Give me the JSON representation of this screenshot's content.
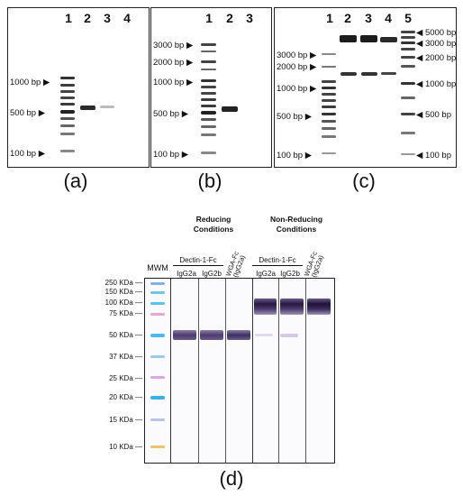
{
  "panel_a": {
    "caption": "(a)",
    "lanes": [
      "1",
      "2",
      "3",
      "4"
    ],
    "markers": [
      "1000 bp ▶",
      "500 bp ▶",
      "100 bp ▶"
    ]
  },
  "panel_b": {
    "caption": "(b)",
    "lanes": [
      "1",
      "2",
      "3"
    ],
    "markers": [
      "3000 bp ▶",
      "2000 bp ▶",
      "1000 bp ▶",
      "500 bp ▶",
      "100 bp ▶"
    ]
  },
  "panel_c": {
    "caption": "(c)",
    "lanes": [
      "1",
      "2",
      "3",
      "4",
      "5"
    ],
    "markers_left": [
      "3000 bp ▶",
      "2000 bp ▶",
      "1000 bp ▶",
      "500 bp ▶",
      "100 bp ▶"
    ],
    "markers_right": [
      "◀ 5000 bp",
      "◀ 3000 bp",
      "◀ 2000 bp",
      "◀ 1000 bp",
      "◀ 500 bp",
      "◀ 100 bp"
    ]
  },
  "panel_d": {
    "caption": "(d)",
    "mwm": "MWM",
    "reducing": "Reducing Conditions",
    "non_reducing": "Non-Reducing Conditions",
    "dectin_left": "Dectin-1-Fc",
    "dectin_right": "Dectin-1-Fc",
    "lanes": [
      "IgG2a",
      "IgG2b",
      "WGA-Fc (IgG2a)",
      "IgG2a",
      "IgG2b",
      "WGA-Fc (IgG2a)"
    ],
    "kda": [
      "250 KDa —",
      "150 KDa —",
      "100 KDa —",
      "75 KDa —",
      "50 KDa —",
      "37 KDa —",
      "25 KDa —",
      "20 KDa —",
      "15 KDa —",
      "10 KDa —"
    ]
  }
}
